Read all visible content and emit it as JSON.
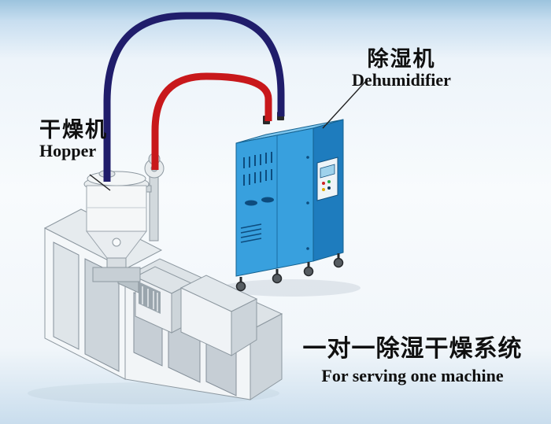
{
  "labels": {
    "hopper": {
      "zh": "干燥机",
      "en": "Hopper"
    },
    "dehumidifier": {
      "zh": "除湿机",
      "en": "Dehumidifier"
    },
    "caption": {
      "zh": "一对一除湿干燥系统",
      "en": "For serving one machine"
    }
  },
  "colors": {
    "pipe_red": "#c8181b",
    "pipe_blue": "#201d6b",
    "dehu_front": "#38a0de",
    "dehu_side": "#1e7cbe",
    "dehu_top": "#7ec6ee",
    "panel": "#eef4f8",
    "text": "#101010"
  }
}
